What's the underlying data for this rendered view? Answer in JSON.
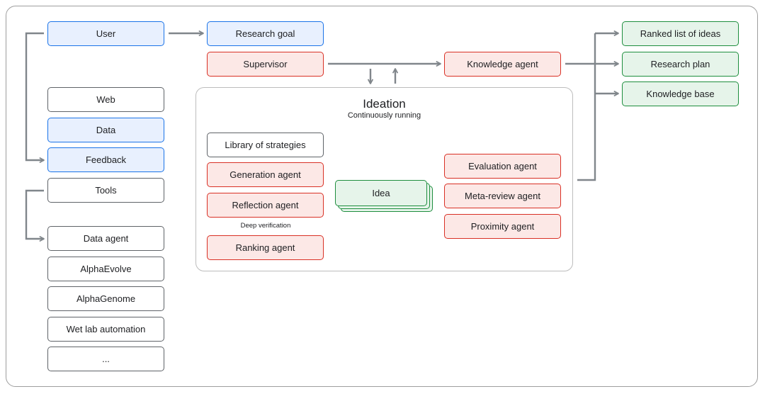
{
  "left": {
    "user": "User",
    "web": "Web",
    "data": "Data",
    "feedback": "Feedback",
    "tools": "Tools",
    "data_agent": "Data agent",
    "alphaevolve": "AlphaEvolve",
    "alphagenome": "AlphaGenome",
    "wet_lab": "Wet lab automation",
    "more": "..."
  },
  "top": {
    "research_goal": "Research goal",
    "supervisor": "Supervisor",
    "knowledge_agent": "Knowledge agent"
  },
  "ideation": {
    "title": "Ideation",
    "subtitle": "Continuously running",
    "library": "Library of strategies",
    "generation": "Generation agent",
    "reflection": "Reflection agent",
    "deep_verification": "Deep verification",
    "ranking": "Ranking agent",
    "idea": "Idea",
    "evaluation": "Evaluation agent",
    "meta_review": "Meta-review agent",
    "proximity": "Proximity agent"
  },
  "outputs": {
    "ranked": "Ranked list of ideas",
    "plan": "Research plan",
    "kb": "Knowledge base"
  },
  "colors": {
    "human_fill": "#e8f0fe",
    "human_border": "#1a73e8",
    "agent_fill": "#fce8e6",
    "agent_border": "#d93025",
    "output_fill": "#e6f4ea",
    "output_border": "#1e8e3e",
    "arrow": "#80868b"
  }
}
